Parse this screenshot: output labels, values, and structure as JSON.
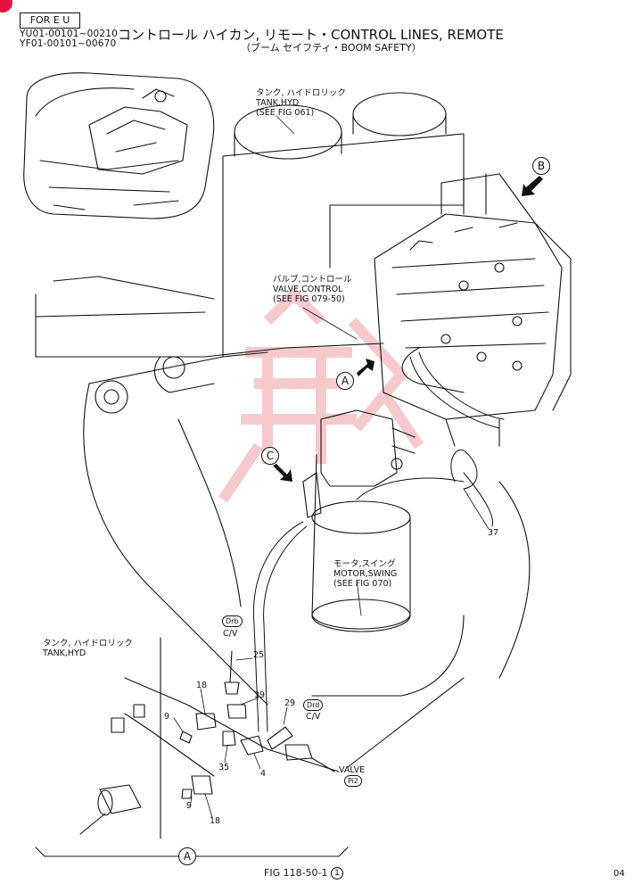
{
  "header": {
    "market_label": "FOR E U",
    "serial_1": "YU01-00101~00210",
    "serial_2": "YF01-00101~00670",
    "title": "コントロール ハイカン, リモート・CONTROL LINES, REMOTE",
    "subtitle": "（ブーム セイフティ・BOOM SAFETY）"
  },
  "callouts": {
    "tank_hyd_top": [
      "タンク, ハイドロリック",
      "TANK,HYD",
      "(SEE FIG 061)"
    ],
    "valve_control": [
      "バルブ,コントロール",
      "VALVE,CONTROL",
      "(SEE FIG 079-50)"
    ],
    "motor_swing": [
      "モータ,スイング",
      "MOTOR,SWING",
      "(SEE FIG 070)"
    ],
    "tank_hyd_detail": [
      "タンク, ハイドロリック",
      "TANK,HYD"
    ],
    "cv_upper": "C/V",
    "cv_lower": "C/V",
    "valve": "VALVE"
  },
  "view_markers": {
    "a_main": "A",
    "b": "B",
    "c": "C",
    "a_detail": "A"
  },
  "port_tags": {
    "drb": "Drb",
    "drd": "Drd",
    "pi2": "Pi2"
  },
  "part_numbers": {
    "p37": "37",
    "p25": "25",
    "p18_top": "18",
    "p39": "39",
    "p29": "29",
    "p9_top": "9",
    "p35": "35",
    "p4": "4",
    "p9_bottom": "9",
    "p18_bottom": "18"
  },
  "footer": {
    "figure": "FIG 118-50-1",
    "sheet_mark": "1",
    "page": "04"
  },
  "colors": {
    "line": "#111111",
    "watermark": "#f3b7bd",
    "corner_mark": "#e5123d"
  }
}
